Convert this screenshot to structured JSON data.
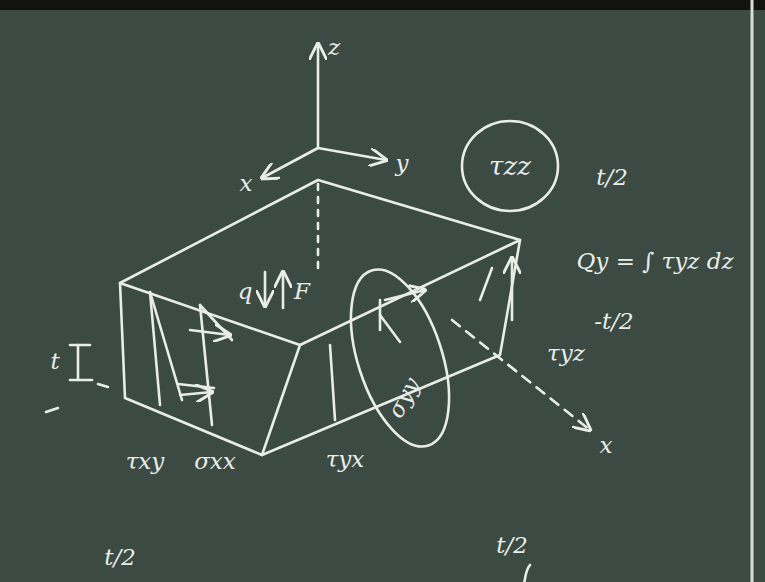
{
  "diagram": {
    "nodes": [
      {
        "text": [
          "τzz"
        ]
      }
    ],
    "labels": [
      "z",
      "x",
      "y",
      "t/2",
      "Qy = ∫ τyz dz",
      "-t/2",
      "t",
      "q",
      "F",
      "τxy",
      "σxx",
      "τyx",
      "σyy",
      "τyz",
      "x",
      "t/2",
      "t/2"
    ]
  }
}
